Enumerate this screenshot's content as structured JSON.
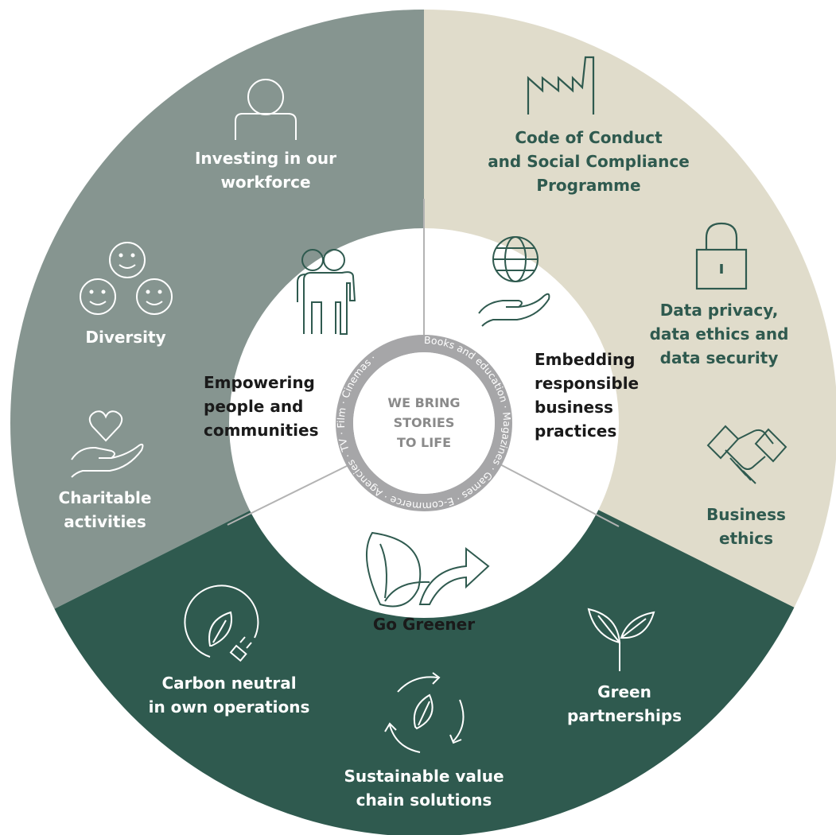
{
  "colors": {
    "grey_segment": "#869590",
    "beige_segment": "#e0dccb",
    "green_segment": "#2f5a4f",
    "ring": "#a6a6a8",
    "divider": "#b3b3b3",
    "icon_dark": "#2f5a4f",
    "icon_white": "#ffffff"
  },
  "center": {
    "text": "WE BRING\nSTORIES\nTO LIFE"
  },
  "ring_text": "Books and education · Magazines · Games · E-commerce · Agencies · TV · Film · Cinemas ·",
  "pillars": {
    "people": {
      "label": "Empowering\npeople and\ncommunities",
      "icon": "people-hugging-icon"
    },
    "responsible": {
      "label": "Embedding\nresponsible\nbusiness\npractices",
      "icon": "globe-in-hand-icon"
    },
    "greener": {
      "label": "Go Greener",
      "icon": "leaf-arrow-icon"
    }
  },
  "outer": {
    "workforce": {
      "label": "Investing in our\nworkforce",
      "icon": "person-icon"
    },
    "diversity": {
      "label": "Diversity",
      "icon": "smiley-faces-icon"
    },
    "charitable": {
      "label": "Charitable\nactivities",
      "icon": "heart-in-hand-icon"
    },
    "code": {
      "label": "Code of  Conduct\nand Social Compliance\nProgramme",
      "icon": "factory-icon"
    },
    "privacy": {
      "label": "Data privacy,\ndata ethics and\ndata security",
      "icon": "padlock-icon"
    },
    "ethics": {
      "label": "Business\nethics",
      "icon": "handshake-icon"
    },
    "carbon": {
      "label": "Carbon neutral\nin own operations",
      "icon": "leaf-plug-icon"
    },
    "value_chain": {
      "label": "Sustainable  value\nchain solutions",
      "icon": "recycle-leaf-icon"
    },
    "partnerships": {
      "label": "Green\npartnerships",
      "icon": "sprout-icon"
    }
  }
}
